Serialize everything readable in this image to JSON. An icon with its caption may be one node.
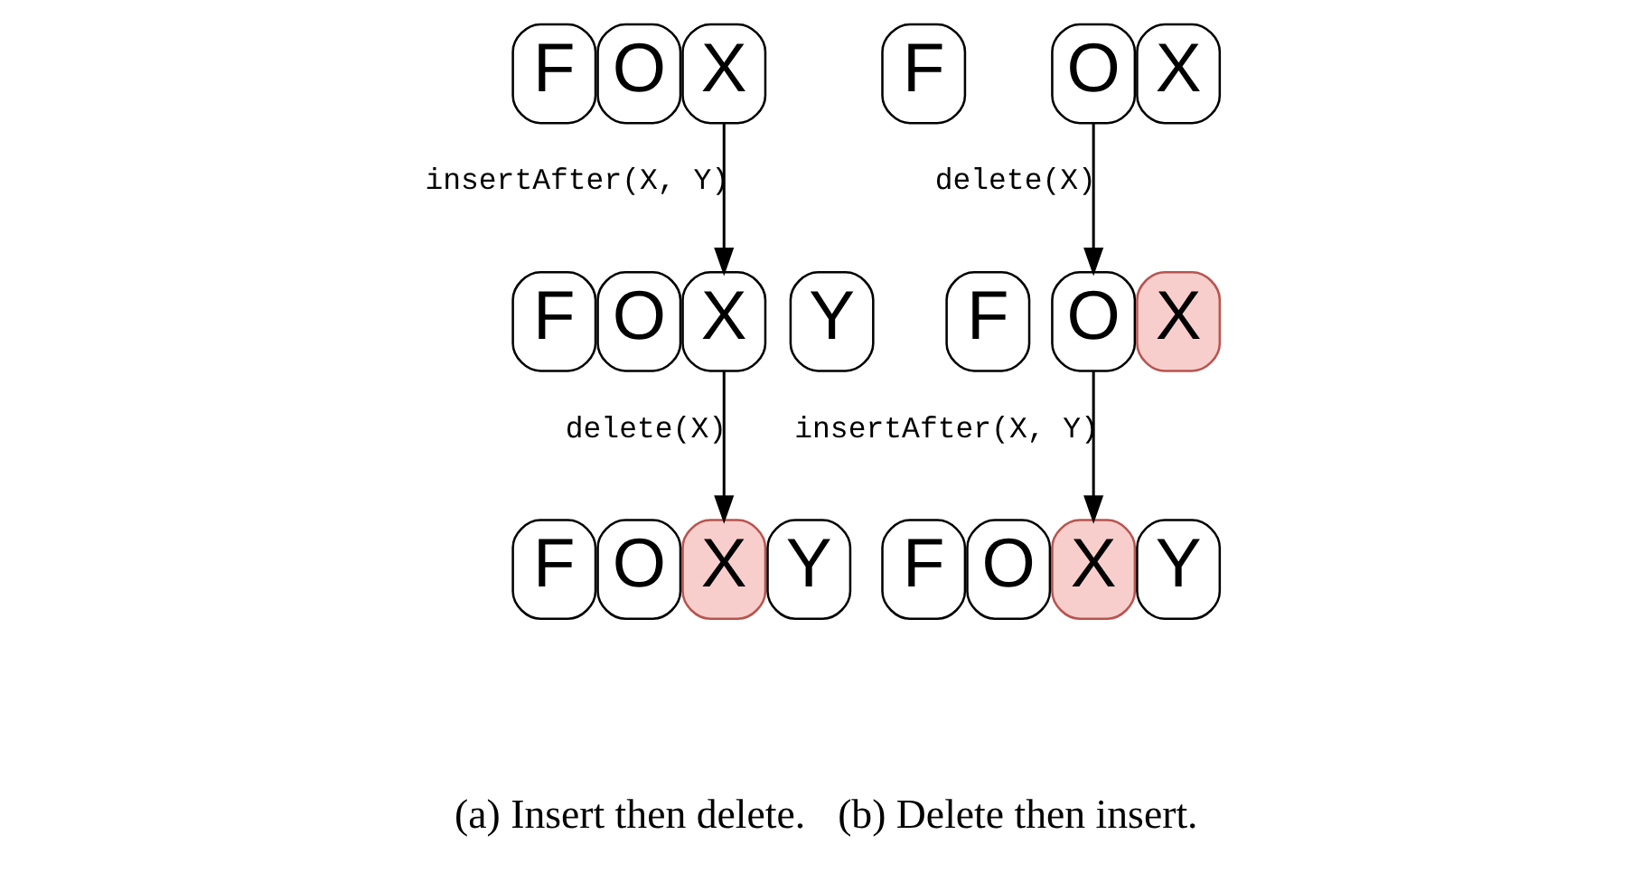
{
  "diagram": {
    "nodes": [
      {
        "text": [
          "F"
        ]
      },
      {
        "text": [
          "O"
        ]
      },
      {
        "text": [
          "X"
        ]
      },
      {
        "text": [
          "F"
        ]
      },
      {
        "text": [
          "O"
        ]
      },
      {
        "text": [
          "X"
        ]
      },
      {
        "text": [
          "Y"
        ]
      },
      {
        "text": [
          "F"
        ]
      },
      {
        "text": [
          "O"
        ]
      },
      {
        "text": [
          "X"
        ]
      },
      {
        "text": [
          "Y"
        ]
      },
      {
        "text": [
          "F"
        ]
      },
      {
        "text": [
          "O"
        ]
      },
      {
        "text": [
          "X"
        ]
      },
      {
        "text": [
          "F"
        ]
      },
      {
        "text": [
          "O"
        ]
      },
      {
        "text": [
          "X"
        ]
      },
      {
        "text": [
          "F"
        ]
      },
      {
        "text": [
          "O"
        ]
      },
      {
        "text": [
          "X"
        ]
      },
      {
        "text": [
          "Y"
        ]
      }
    ],
    "edges": [
      {
        "from": 2,
        "to": 5,
        "arrow": "to",
        "label": "insertAfter(X, Y)"
      },
      {
        "from": 5,
        "to": 9,
        "arrow": "to",
        "label": "delete(X)"
      },
      {
        "from": 12,
        "to": 15,
        "arrow": "to",
        "label": "delete(X)"
      },
      {
        "from": 15,
        "to": 19,
        "arrow": "to",
        "label": "insertAfter(X, Y)"
      }
    ],
    "labels": [
      "(a) Insert then delete.",
      "(b) Delete then insert."
    ]
  }
}
